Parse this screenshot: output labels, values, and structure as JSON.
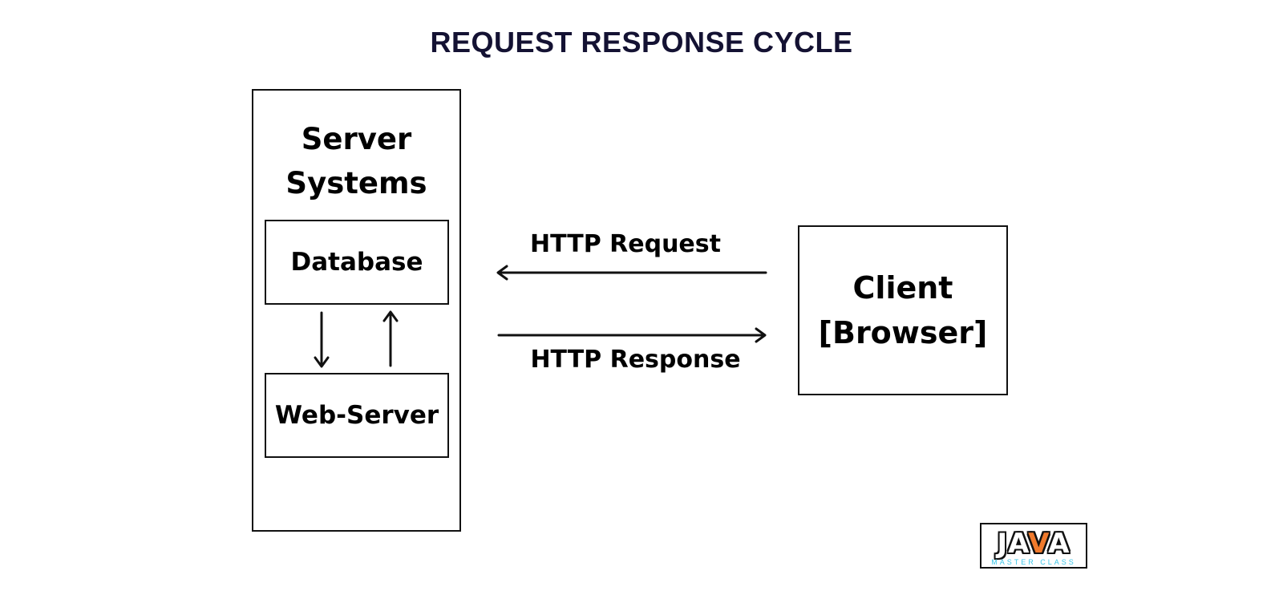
{
  "title": "REQUEST RESPONSE CYCLE",
  "nodes": {
    "server_systems": {
      "line1": "Server",
      "line2": "Systems"
    },
    "database": "Database",
    "web_server": "Web-Server",
    "client": {
      "line1": "Client",
      "line2": "[Browser]"
    }
  },
  "edges": {
    "request": "HTTP Request",
    "response": "HTTP Response"
  },
  "logo": {
    "word_part1": "JA",
    "word_accent": "V",
    "word_part2": "A",
    "subtitle": "MASTER CLASS"
  },
  "colors": {
    "title": "#141233",
    "logo_accent": "#f07a2c",
    "logo_subtitle": "#3cc6e8"
  }
}
